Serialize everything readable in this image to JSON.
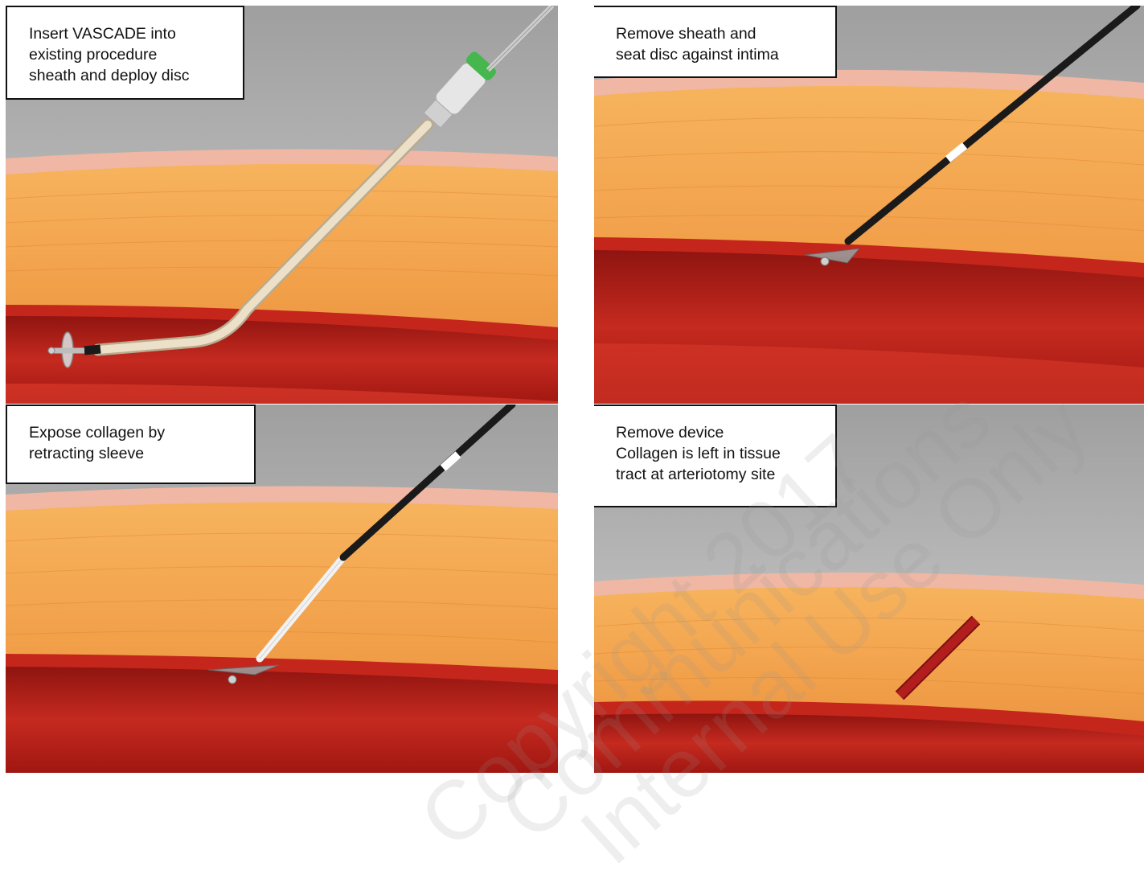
{
  "panels": [
    {
      "caption_lines": [
        "Insert VASCADE into",
        "existing procedure",
        "sheath and deploy disc"
      ]
    },
    {
      "caption_lines": [
        "Remove sheath and",
        "seat disc against intima"
      ]
    },
    {
      "caption_lines": [
        "Expose collagen by",
        "retracting sleeve"
      ]
    },
    {
      "caption_lines": [
        "Remove device",
        "Collagen is left in tissue",
        "tract at arteriotomy site"
      ]
    }
  ],
  "watermark_lines": [
    "Copyright 2017",
    "Communications",
    "Internal Use Only"
  ],
  "colors": {
    "background_gray": "#b7b7b7",
    "skin_pink": "#edb3a0",
    "tissue_orange": "#f5a24a",
    "vessel_red": "#c3251c",
    "lumen_red": "#a71912",
    "sheath_beige": "#e8dcc3",
    "hub_green": "#3fb44b",
    "device_black": "#1a1a1a",
    "collagen_red": "#b21e1e"
  }
}
